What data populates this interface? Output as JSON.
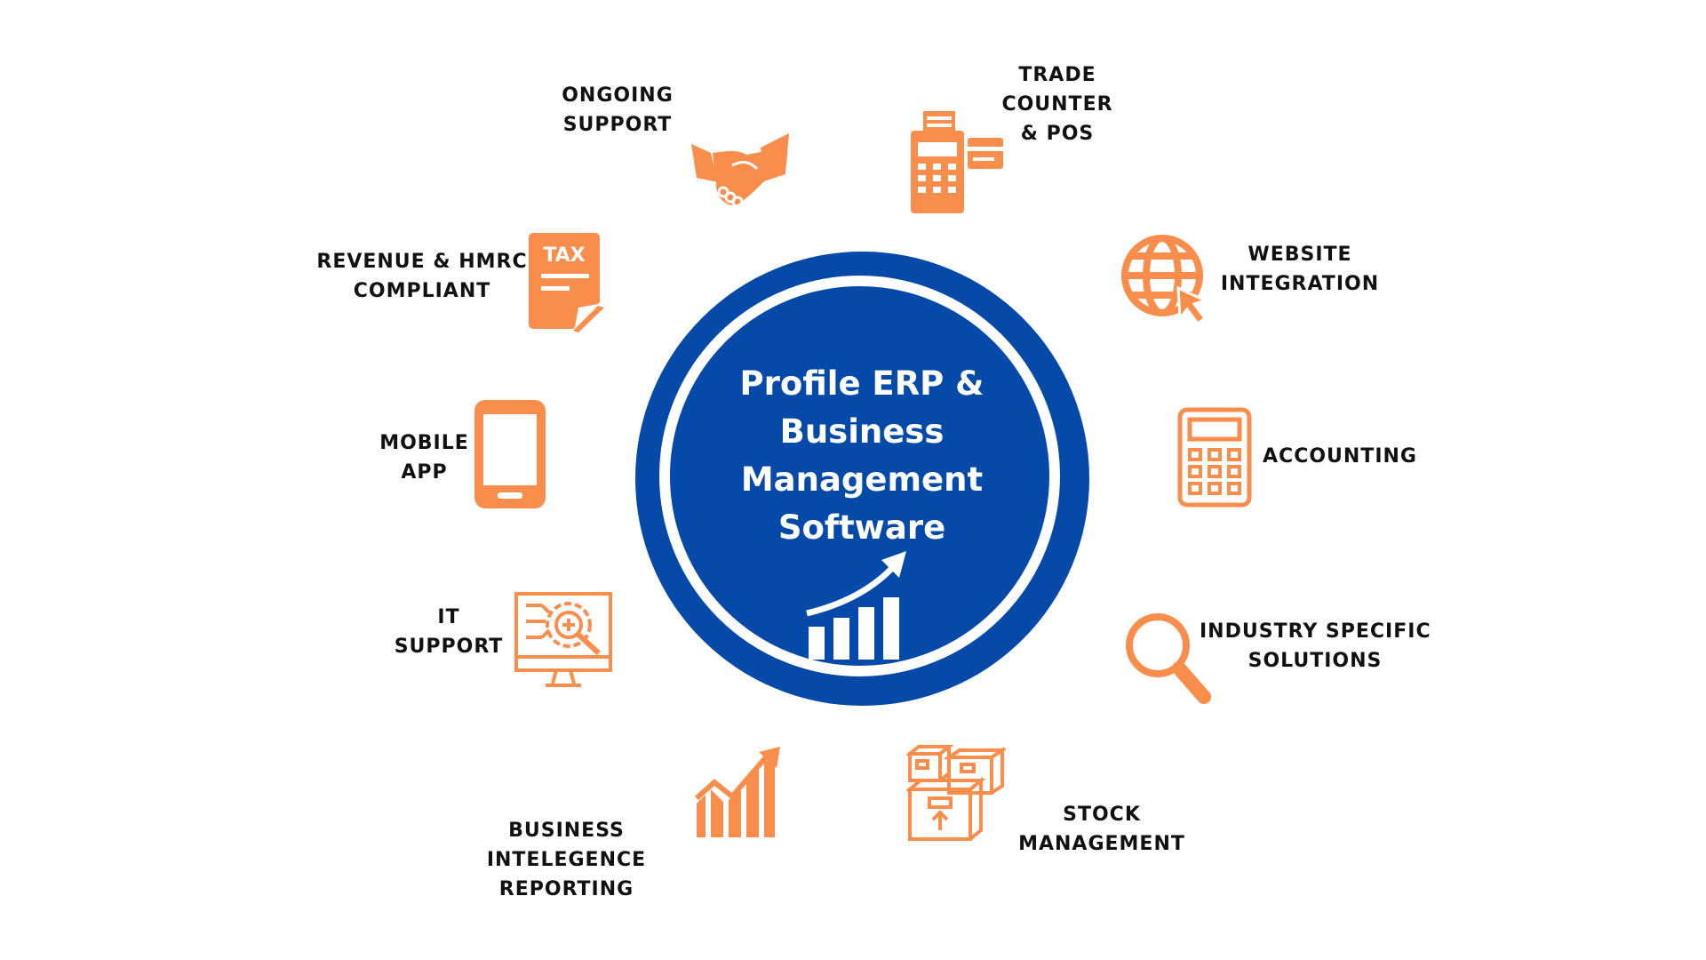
{
  "colors": {
    "accent": "#f98d4c",
    "hub": "#054aa9",
    "text": "#111111"
  },
  "hub": {
    "title_lines": [
      "Profile  ERP &",
      "Business",
      "Management",
      "Software"
    ],
    "icon": "growth-chart-icon"
  },
  "features": [
    {
      "id": "ongoing-support",
      "lines": [
        "ONGOING",
        "SUPPORT"
      ],
      "icon": "handshake-icon"
    },
    {
      "id": "trade-counter-pos",
      "lines": [
        "TRADE",
        "COUNTER",
        "& POS"
      ],
      "icon": "pos-terminal-icon"
    },
    {
      "id": "revenue-hmrc",
      "lines": [
        "REVENUE & HMRC",
        "COMPLIANT"
      ],
      "icon": "tax-document-icon"
    },
    {
      "id": "website-integration",
      "lines": [
        "WEBSITE",
        "INTEGRATION"
      ],
      "icon": "globe-cursor-icon"
    },
    {
      "id": "mobile-app",
      "lines": [
        "MOBILE",
        "APP"
      ],
      "icon": "smartphone-icon"
    },
    {
      "id": "accounting",
      "lines": [
        "ACCOUNTING"
      ],
      "icon": "calculator-icon"
    },
    {
      "id": "it-support",
      "lines": [
        "IT",
        "SUPPORT"
      ],
      "icon": "monitor-gear-icon"
    },
    {
      "id": "industry-solutions",
      "lines": [
        "INDUSTRY SPECIFIC",
        "SOLUTIONS"
      ],
      "icon": "magnifier-icon"
    },
    {
      "id": "bi-reporting",
      "lines": [
        "BUSINESS",
        "INTELEGENCE",
        "REPORTING"
      ],
      "icon": "bar-chart-arrow-icon"
    },
    {
      "id": "stock-management",
      "lines": [
        "STOCK",
        "MANAGEMENT"
      ],
      "icon": "boxes-icon"
    }
  ]
}
